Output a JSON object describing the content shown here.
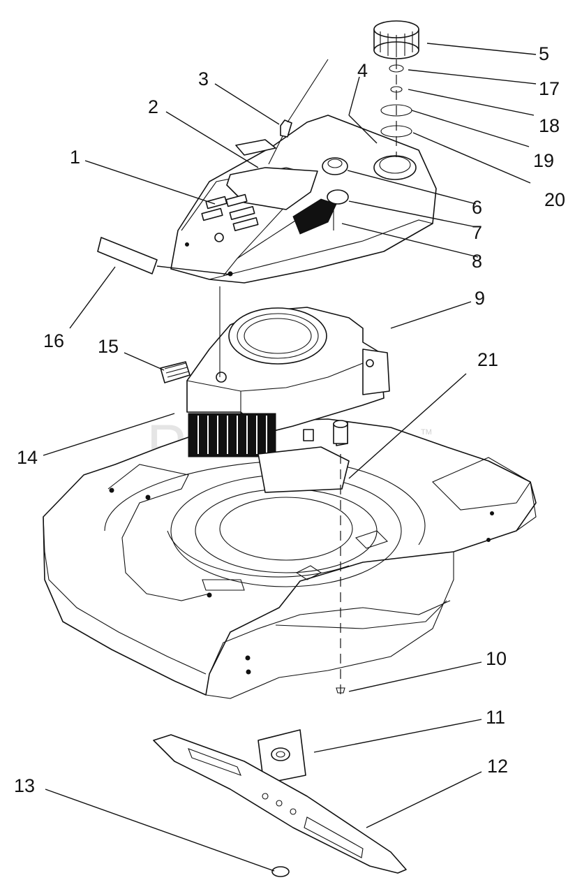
{
  "diagram": {
    "watermark": "PartsTree",
    "trademark": "TM",
    "callouts": [
      {
        "id": "1",
        "text": "1"
      },
      {
        "id": "2",
        "text": "2"
      },
      {
        "id": "3",
        "text": "3"
      },
      {
        "id": "4",
        "text": "4"
      },
      {
        "id": "5",
        "text": "5"
      },
      {
        "id": "6",
        "text": "6"
      },
      {
        "id": "7",
        "text": "7"
      },
      {
        "id": "8",
        "text": "8"
      },
      {
        "id": "9",
        "text": "9"
      },
      {
        "id": "10",
        "text": "10"
      },
      {
        "id": "11",
        "text": "11"
      },
      {
        "id": "12",
        "text": "12"
      },
      {
        "id": "13",
        "text": "13"
      },
      {
        "id": "14",
        "text": "14"
      },
      {
        "id": "15",
        "text": "15"
      },
      {
        "id": "16",
        "text": "16"
      },
      {
        "id": "17",
        "text": "17"
      },
      {
        "id": "18",
        "text": "18"
      },
      {
        "id": "19",
        "text": "19"
      },
      {
        "id": "20",
        "text": "20"
      },
      {
        "id": "21",
        "text": "21"
      }
    ]
  }
}
